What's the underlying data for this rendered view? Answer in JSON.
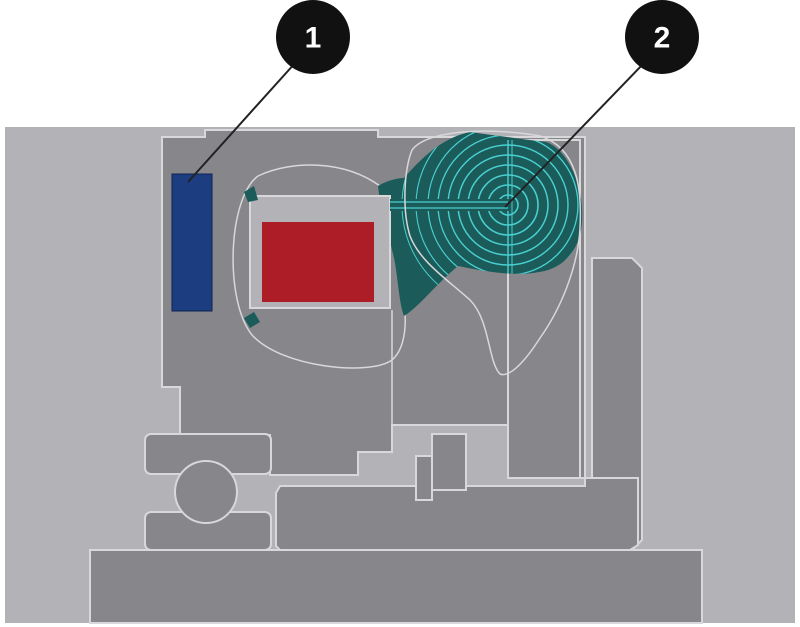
{
  "callouts": [
    {
      "label": "1",
      "target": "blue-rectangle"
    },
    {
      "label": "2",
      "target": "contour-center"
    }
  ],
  "colors": {
    "background": "#ffffff",
    "panel": "#b3b2b7",
    "body": "#87868b",
    "outline": "#d8d8da",
    "blue_part": "#1c3d80",
    "red_part": "#ac1d28",
    "teal_field": "#1b5b5a",
    "teal_contours": "#49cfd0",
    "callout_fill": "#111111",
    "leader_line": "#222222"
  }
}
